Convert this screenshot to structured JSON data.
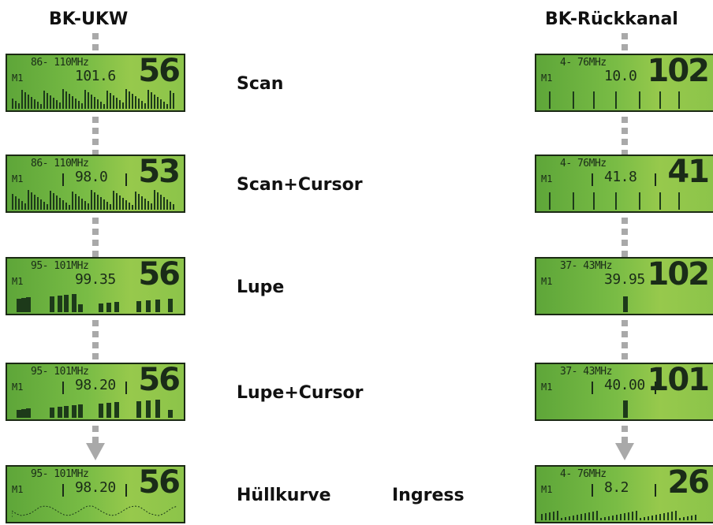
{
  "left_title": "BK-UKW",
  "right_title": "BK-Rückkanal",
  "rows": [
    {
      "label": "Scan",
      "left": {
        "mode": "M1",
        "range": "86- 110MHz",
        "freq": "101.6",
        "level": "56",
        "cursor": false
      },
      "right": {
        "mode": "M1",
        "range": "4- 76MHz",
        "freq": "10.0",
        "level": "102",
        "cursor": false
      }
    },
    {
      "label": "Scan+Cursor",
      "left": {
        "mode": "M1",
        "range": "86- 110MHz",
        "freq": "98.0",
        "level": "53",
        "cursor": true
      },
      "right": {
        "mode": "M1",
        "range": "4- 76MHz",
        "freq": "41.8",
        "level": "41",
        "cursor": true
      }
    },
    {
      "label": "Lupe",
      "left": {
        "mode": "M1",
        "range": "95- 101MHz",
        "freq": "99.35",
        "level": "56",
        "cursor": false
      },
      "right": {
        "mode": "M1",
        "range": "37- 43MHz",
        "freq": "39.95",
        "level": "102",
        "cursor": false
      }
    },
    {
      "label": "Lupe+Cursor",
      "left": {
        "mode": "M1",
        "range": "95- 101MHz",
        "freq": "98.20",
        "level": "56",
        "cursor": true
      },
      "right": {
        "mode": "M1",
        "range": "37- 43MHz",
        "freq": "40.00",
        "level": "101",
        "cursor": true
      }
    },
    {
      "label": "Hüllkurve",
      "label2": "Ingress",
      "left": {
        "mode": "M1",
        "range": "95- 101MHz",
        "freq": "98.20",
        "level": "56",
        "cursor": true
      },
      "right": {
        "mode": "M1",
        "range": "4- 76MHz",
        "freq": "8.2",
        "level": "26",
        "cursor": true
      }
    }
  ]
}
